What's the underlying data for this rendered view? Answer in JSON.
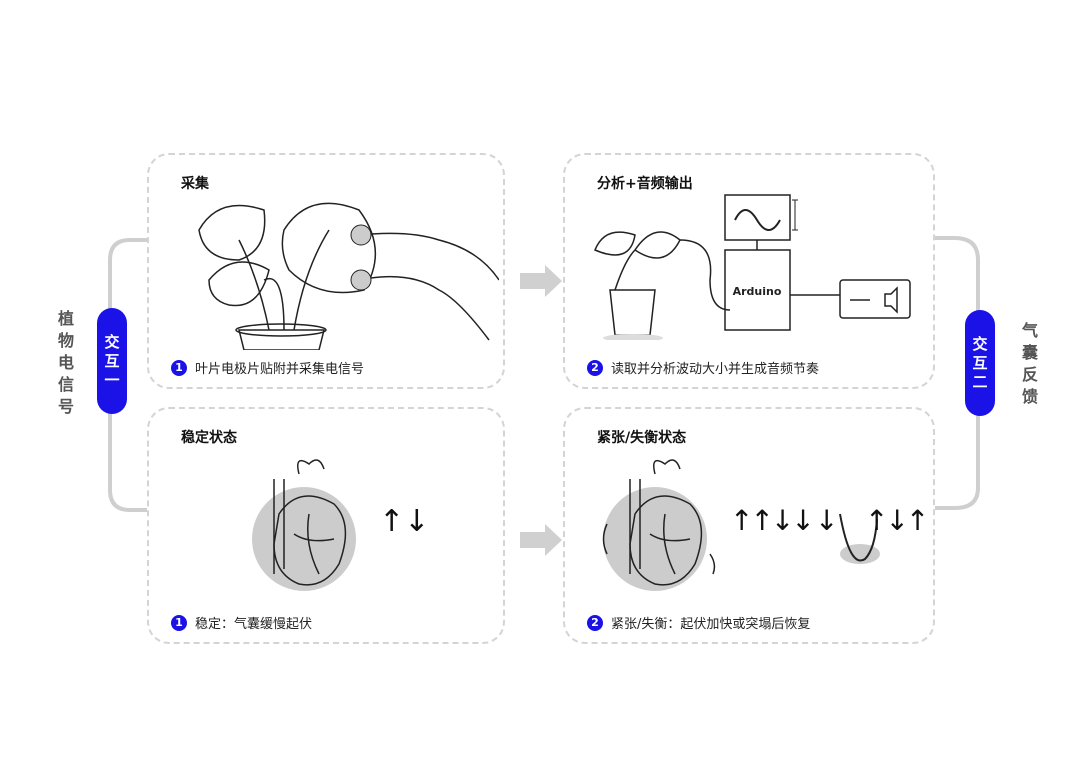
{
  "left_side": {
    "label": "植物电信号",
    "pill": "交互一"
  },
  "right_side": {
    "label": "气囊反馈",
    "pill": "交互二"
  },
  "cards": [
    {
      "title": "采集",
      "step": "1",
      "caption": "叶片电极片贴附并采集电信号"
    },
    {
      "title": "分析+音频输出",
      "step": "2",
      "caption": "读取并分析波动大小并生成音频节奏",
      "device": "Arduino"
    },
    {
      "title": "稳定状态",
      "step": "1",
      "caption": "稳定：气囊缓慢起伏",
      "arrows": "↑↓"
    },
    {
      "title": "紧张/失衡状态",
      "step": "2",
      "caption": "紧张/失衡：起伏加快或突塌后恢复",
      "arrows1": "↑↑↓↓",
      "arrows2a": "↓",
      "arrows2b": "↑↓↑"
    }
  ],
  "colors": {
    "accent": "#1a12e6",
    "border": "#d4d4d4",
    "connector": "#cfcfcf"
  }
}
